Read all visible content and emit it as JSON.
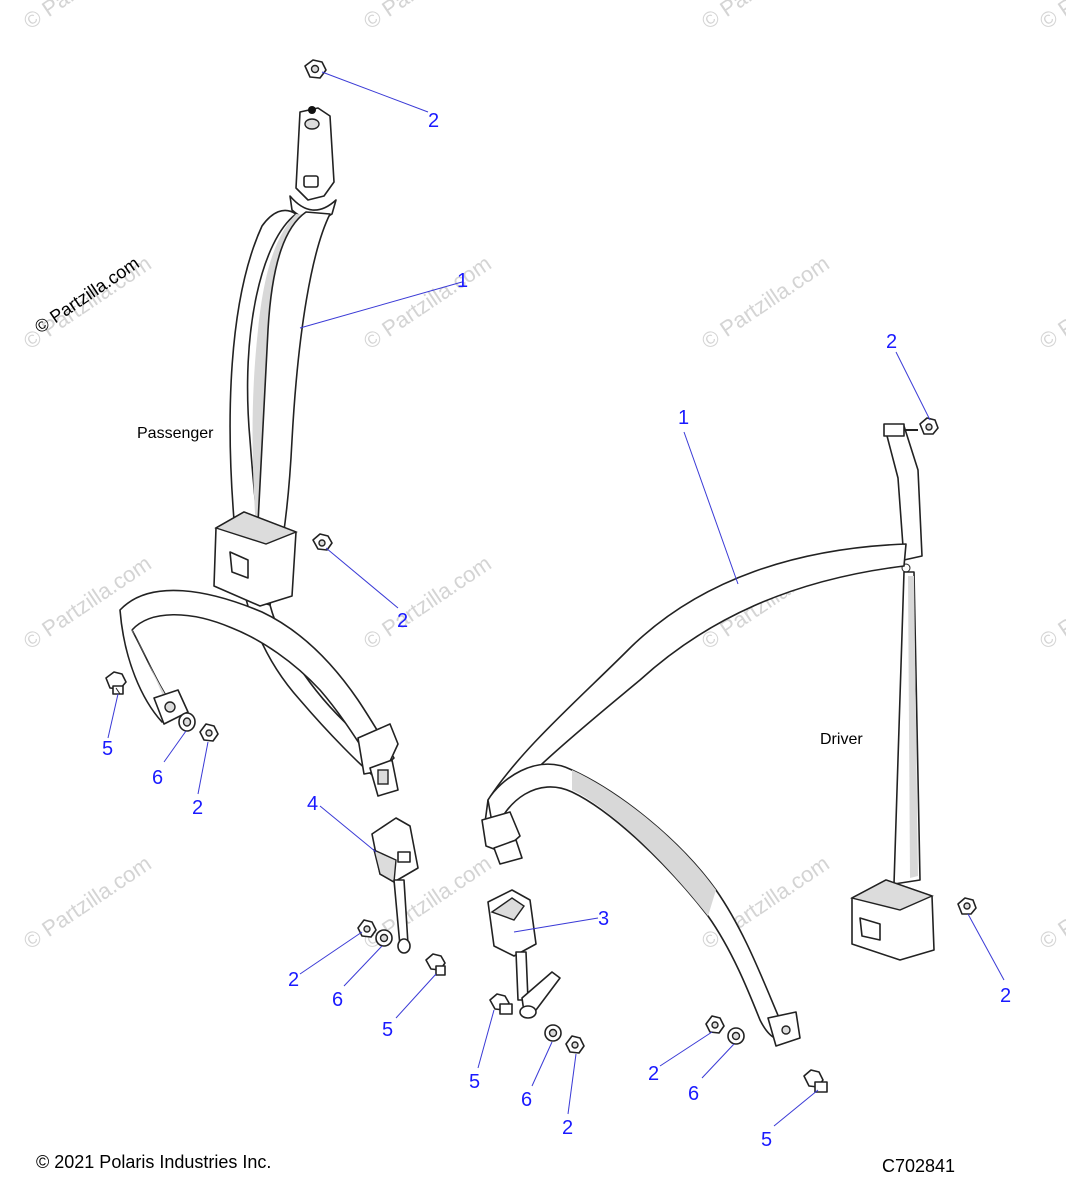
{
  "watermark": {
    "text": "© Partzilla.com",
    "color": "#d4d4d4"
  },
  "stamp": {
    "text": "© Partzilla.com"
  },
  "labels": {
    "passenger": "Passenger",
    "driver": "Driver"
  },
  "footer": {
    "copyright": "© 2021 Polaris Industries Inc.",
    "diagram_code": "C702841"
  },
  "colors": {
    "callout": "#1a1aff",
    "leader": "#3a3ad6",
    "line_art": "#222222"
  },
  "callouts": [
    {
      "id": "p-top-nut",
      "number": "2"
    },
    {
      "id": "p-belt",
      "number": "1"
    },
    {
      "id": "p-mid-nut",
      "number": "2"
    },
    {
      "id": "p-bolt",
      "number": "5"
    },
    {
      "id": "p-washer",
      "number": "6"
    },
    {
      "id": "p-nut",
      "number": "2"
    },
    {
      "id": "buckle-4",
      "number": "4"
    },
    {
      "id": "b4-nut",
      "number": "2"
    },
    {
      "id": "b4-washer",
      "number": "6"
    },
    {
      "id": "b4-bolt",
      "number": "5"
    },
    {
      "id": "buckle-3",
      "number": "3"
    },
    {
      "id": "b3-bolt",
      "number": "5"
    },
    {
      "id": "b3-washer",
      "number": "6"
    },
    {
      "id": "b3-nut",
      "number": "2"
    },
    {
      "id": "d-belt",
      "number": "1"
    },
    {
      "id": "d-top-nut",
      "number": "2"
    },
    {
      "id": "d-retractor-nut",
      "number": "2"
    },
    {
      "id": "d-nut",
      "number": "2"
    },
    {
      "id": "d-washer",
      "number": "6"
    },
    {
      "id": "d-bolt",
      "number": "5"
    }
  ]
}
